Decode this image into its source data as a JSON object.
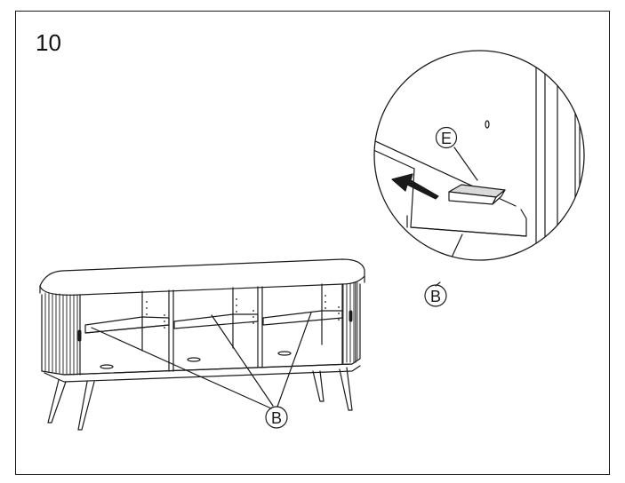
{
  "step": {
    "number": "10"
  },
  "callouts": {
    "part_e": "E",
    "part_b_detail": "B",
    "part_b_main": "B"
  },
  "colors": {
    "line": "#1a1a1a",
    "background": "#ffffff",
    "part_fill": "#d9d9d9"
  }
}
